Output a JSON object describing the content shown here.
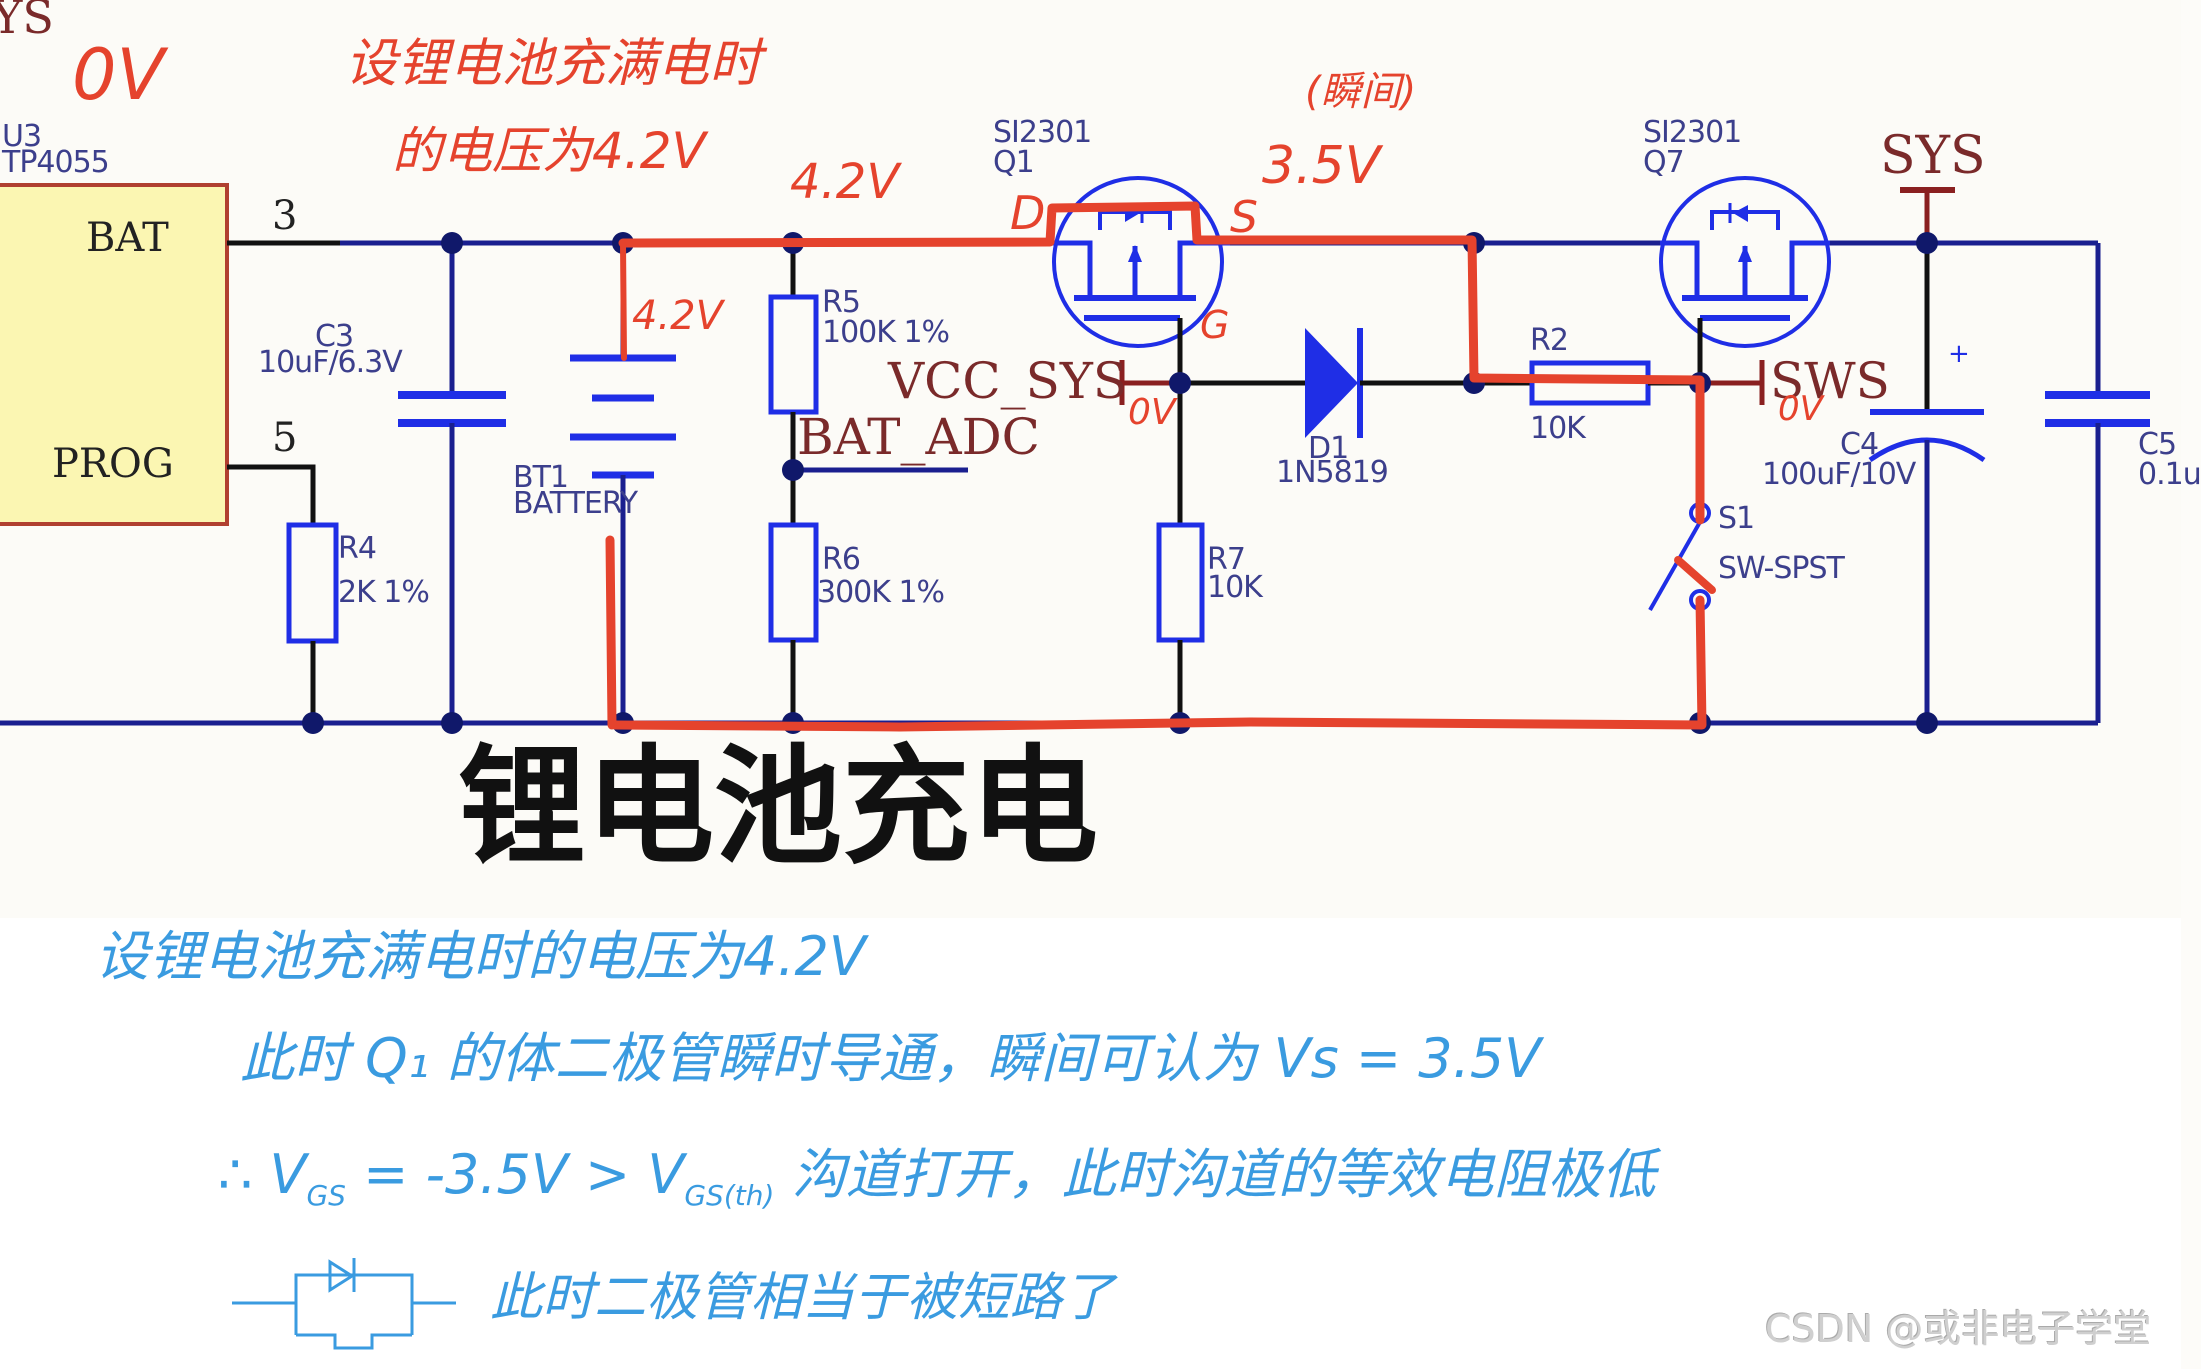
{
  "schematic": {
    "title": "锂电池充电",
    "partial_top_left_net": "YS",
    "ic": {
      "ref": "U3",
      "part": "TP4055",
      "pins": [
        {
          "name": "BAT",
          "number": "3"
        },
        {
          "name": "PROG",
          "number": "5"
        }
      ]
    },
    "components": {
      "c3": {
        "ref": "C3",
        "value": "10uF/6.3V"
      },
      "bt1": {
        "ref": "BT1",
        "value": "BATTERY"
      },
      "r5": {
        "ref": "R5",
        "value": "100K 1%"
      },
      "r6": {
        "ref": "R6",
        "value": "300K 1%"
      },
      "r4": {
        "ref": "R4",
        "value": "2K 1%"
      },
      "q1": {
        "part": "SI2301",
        "ref": "Q1"
      },
      "q7": {
        "part": "SI2301",
        "ref": "Q7"
      },
      "d1": {
        "ref": "D1",
        "value": "1N5819"
      },
      "r7": {
        "ref": "R7",
        "value": "10K"
      },
      "r2": {
        "ref": "R2",
        "value": "10K"
      },
      "s1": {
        "ref": "S1",
        "value": "SW-SPST"
      },
      "c4": {
        "ref": "C4",
        "value": "100uF/10V",
        "polarity": "+"
      },
      "c5": {
        "ref": "C5",
        "value": "0.1u"
      }
    },
    "net_labels": {
      "vcc_sys": "VCC_SYS",
      "bat_adc": "BAT_ADC",
      "sws": "SWS",
      "sys": "SYS"
    }
  },
  "annotations_red": {
    "ov_top_left": "0V",
    "note_line1": "设锂电池充满电时",
    "note_line2": "的电压为4.2V",
    "v_rail": "4.2V",
    "v_battery": "4.2V",
    "pin_d": "D",
    "pin_s": "S",
    "pin_g": "G",
    "v_source": "3.5V",
    "instant": "(瞬间)",
    "ov_gate": "0V",
    "ov_sws": "0V"
  },
  "notes_blue": {
    "line1": "设锂电池充满电时的电压为4.2V",
    "line2": "此时 Q₁ 的体二极管瞬时导通，瞬间可认为 Vs = 3.5V",
    "line3_a": "∴ V",
    "line3_b": "GS",
    "line3_c": " = -3.5V   >  V",
    "line3_d": "GS(th)",
    "line3_e": "   沟道打开，此时沟道的等效电阻极低",
    "line4": "此时二极管相当于被短路了"
  },
  "watermark": "CSDN @或非电子学堂",
  "colors": {
    "wire_blue": "#1a1f8f",
    "wire_black": "#111111",
    "symbol_blue": "#1f2ee6",
    "ic_fill": "#fbf6b2",
    "ic_border": "#b04030",
    "net_red": "#8a2020",
    "ink_red": "#e5432d",
    "ink_blue": "#3a9be0"
  }
}
